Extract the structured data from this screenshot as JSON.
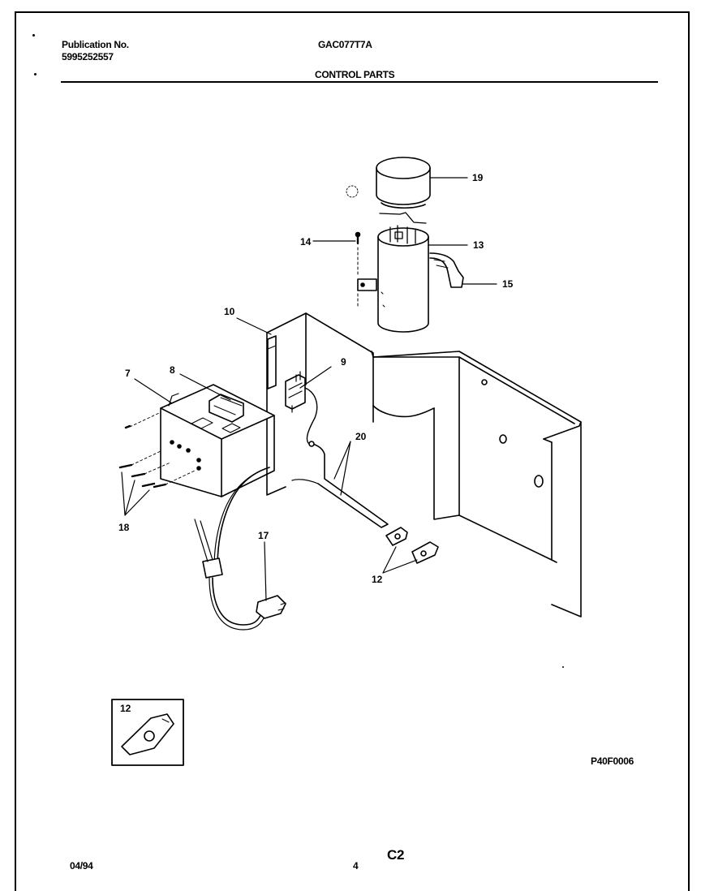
{
  "header": {
    "publication_label": "Publication No.",
    "publication_number": "5995252557",
    "model": "GAC077T7A",
    "section_title": "CONTROL PARTS"
  },
  "callouts": {
    "c7": "7",
    "c8": "8",
    "c9": "9",
    "c10": "10",
    "c12": "12",
    "c12b": "12",
    "c13": "13",
    "c14": "14",
    "c15": "15",
    "c17": "17",
    "c18": "18",
    "c19": "19",
    "c20": "20"
  },
  "footer": {
    "date": "04/94",
    "page": "4",
    "code": "C2",
    "figure_id": "P40F0006"
  }
}
